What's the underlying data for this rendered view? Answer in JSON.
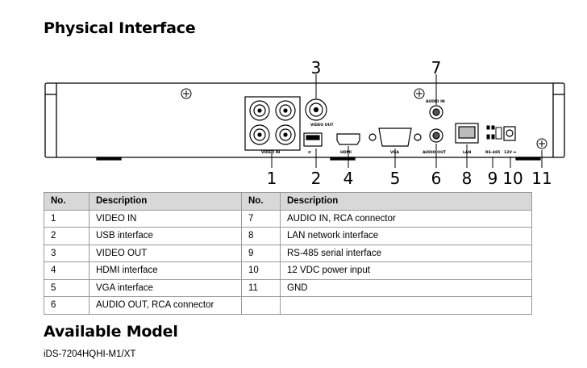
{
  "title": "Physical Interface",
  "callouts": [
    "1",
    "2",
    "3",
    "4",
    "5",
    "6",
    "7",
    "8",
    "9",
    "10",
    "11"
  ],
  "panel_labels": {
    "video_in": "VIDEO IN",
    "video_out": "VIDEO OUT",
    "hdmi": "HDMI",
    "vga": "VGA",
    "audio_in": "AUDIO IN",
    "audio_out": "AUDIO OUT",
    "lan": "LAN",
    "rs485": "RS-485",
    "power": "12V ⎓"
  },
  "table": {
    "headers": [
      "No.",
      "Description",
      "No.",
      "Description"
    ],
    "rows": [
      [
        "1",
        "VIDEO IN",
        "7",
        "AUDIO IN, RCA connector"
      ],
      [
        "2",
        "USB interface",
        "8",
        "LAN network interface"
      ],
      [
        "3",
        "VIDEO OUT",
        "9",
        "RS-485 serial interface"
      ],
      [
        "4",
        "HDMI interface",
        "10",
        "12 VDC power input"
      ],
      [
        "5",
        "VGA interface",
        "11",
        "GND"
      ],
      [
        "6",
        "AUDIO OUT, RCA connector",
        "",
        ""
      ]
    ]
  },
  "section2_title": "Available Model",
  "model": "iDS-7204HQHI-M1/XT"
}
